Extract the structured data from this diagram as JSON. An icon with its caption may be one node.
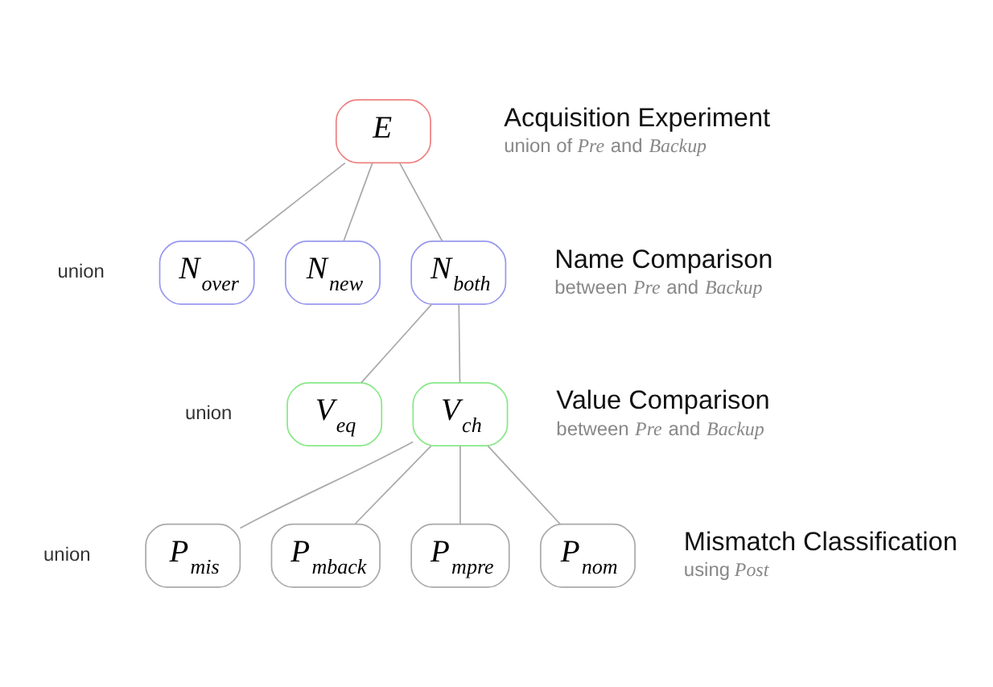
{
  "diagram": {
    "nodes": [
      {
        "text": [
          "E"
        ]
      },
      {
        "text": [
          "N$_{over}$"
        ]
      },
      {
        "text": [
          "N$_{new}$"
        ]
      },
      {
        "text": [
          "N$_{both}$"
        ]
      },
      {
        "text": [
          "V$_{eq}$"
        ]
      },
      {
        "text": [
          "V$_{ch}$"
        ]
      },
      {
        "text": [
          "P$_{mis}$"
        ]
      },
      {
        "text": [
          "P$_{mback}$"
        ]
      },
      {
        "text": [
          "P$_{mpre}$"
        ]
      },
      {
        "text": [
          "P$_{nom}$"
        ]
      }
    ],
    "edges": [
      {
        "from": 0,
        "to": 1,
        "arrow": "none"
      },
      {
        "from": 0,
        "to": 2,
        "arrow": "none"
      },
      {
        "from": 0,
        "to": 3,
        "arrow": "none"
      },
      {
        "from": 3,
        "to": 4,
        "arrow": "none"
      },
      {
        "from": 3,
        "to": 5,
        "arrow": "none"
      },
      {
        "from": 5,
        "to": 6,
        "arrow": "none"
      },
      {
        "from": 5,
        "to": 7,
        "arrow": "none"
      },
      {
        "from": 5,
        "to": 8,
        "arrow": "none"
      },
      {
        "from": 5,
        "to": 9,
        "arrow": "none"
      }
    ],
    "labels": [
      "Acquisition Experiment",
      "union of *Pre* and *Backup*",
      "union",
      "Name Comparison",
      "between *Pre* and *Backup*",
      "union",
      "Value Comparison",
      "between *Pre* and *Backup*",
      "union",
      "Mismatch Classification",
      "using *Post*"
    ]
  }
}
